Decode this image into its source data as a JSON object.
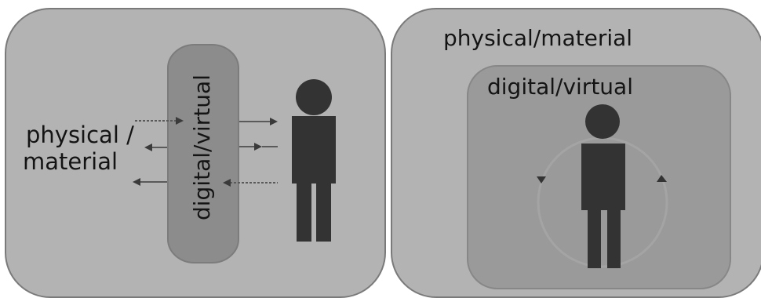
{
  "left_panel": {
    "screen_label": "digital/virtual",
    "outside_label_line1": "physical /",
    "outside_label_line2": "material"
  },
  "right_panel": {
    "outer_label": "physical/material",
    "inner_label": "digital/virtual"
  },
  "colors": {
    "panel": "#b3b3b3",
    "panel_border": "#7a7a7a",
    "screen": "#8c8c8c",
    "inner_box": "#9a9a9a",
    "figure": "#333333",
    "arrow": "#3a3a3a",
    "text": "#141414"
  },
  "icons": [
    "person-icon",
    "arrow-left-icon",
    "arrow-right-icon",
    "circular-motion-icon"
  ]
}
